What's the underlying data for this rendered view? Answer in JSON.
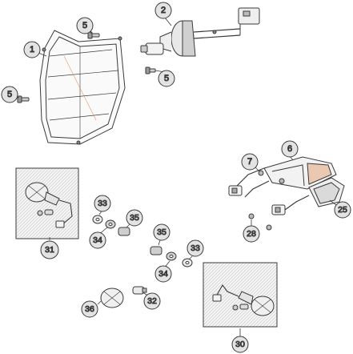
{
  "callouts": {
    "c1": "1",
    "c2": "2",
    "c5a": "5",
    "c5b": "5",
    "c5c": "5",
    "c6": "6",
    "c7": "7",
    "c25": "25",
    "c28": "28",
    "c31": "31",
    "c33a": "33",
    "c33b": "33",
    "c34a": "34",
    "c34b": "34",
    "c35a": "35",
    "c35b": "35",
    "c32": "32",
    "c36": "36",
    "c30": "30"
  },
  "colors": {
    "line": "#3a3a3a",
    "callout_fill": "#e3e3e3",
    "shade": "#d6d6d6",
    "accent": "#e07a3a"
  }
}
